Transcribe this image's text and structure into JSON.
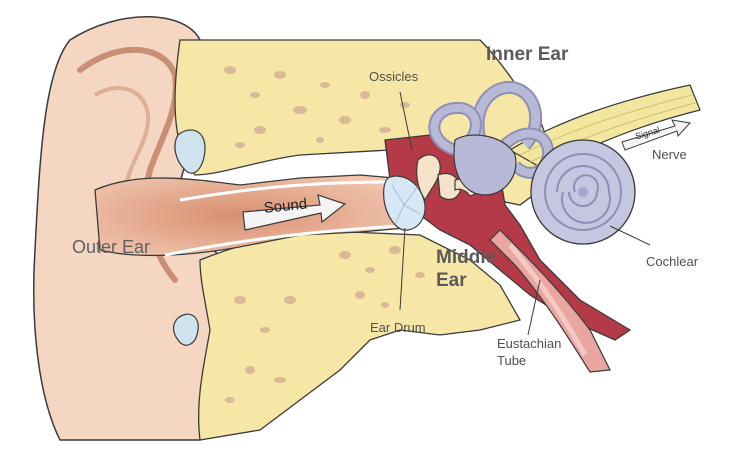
{
  "labels": {
    "inner_ear": "Inner Ear",
    "ossicles": "Ossicles",
    "signal": "Signal",
    "nerve": "Nerve",
    "sound": "Sound",
    "outer_ear": "Outer Ear",
    "middle_ear_line1": "Middle",
    "middle_ear_line2": "Ear",
    "cochlear": "Cochlear",
    "ear_drum": "Ear Drum",
    "eustachian_line1": "Eustachian",
    "eustachian_line2": "Tube"
  },
  "colors": {
    "skin": "#f5d6c3",
    "skin_dark": "#e8b59a",
    "canal": "#d99a7c",
    "bone": "#f6e7a6",
    "bone_dots": "#d9b996",
    "cavity": "#b53a48",
    "cavity_light": "#d86a72",
    "tube": "#e9a6a0",
    "inner_ear": "#b8b9d6",
    "inner_ear_dark": "#8e8fb8",
    "drum": "#d6e8f5",
    "nerve": "#f3e7a0",
    "outline": "#3a3a3a"
  }
}
